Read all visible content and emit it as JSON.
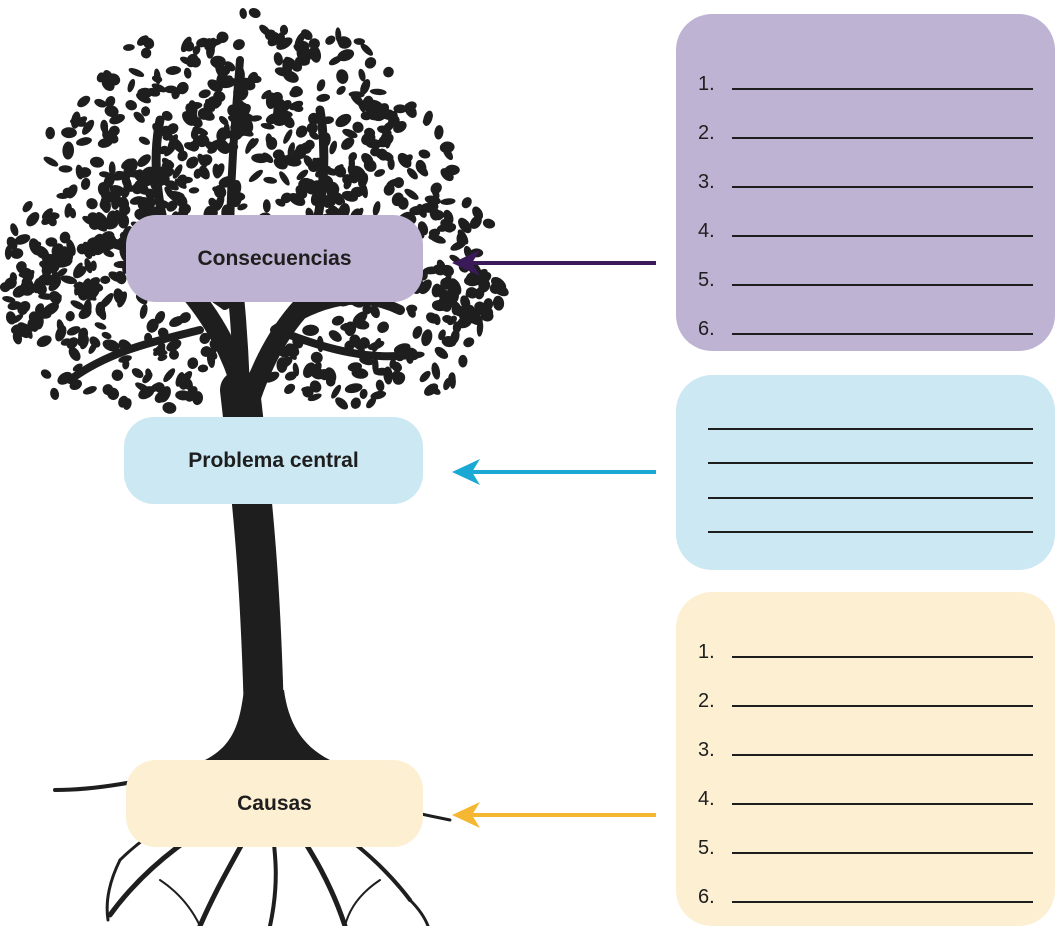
{
  "diagram": {
    "tree_labels": {
      "consequences": "Consecuencias",
      "central_problem": "Problema central",
      "causes": "Causas"
    },
    "consequences_panel": {
      "items": [
        "1.",
        "2.",
        "3.",
        "4.",
        "5.",
        "6."
      ]
    },
    "problem_panel": {
      "blank_lines": 4
    },
    "causes_panel": {
      "items": [
        "1.",
        "2.",
        "3.",
        "4.",
        "5.",
        "6."
      ]
    },
    "colors": {
      "consequences": "#bfb3d3",
      "central_problem": "#cbe8f3",
      "causes": "#fcefd2",
      "arrow_consequences": "#3b1a5a",
      "arrow_problem": "#19a9d4",
      "arrow_causes": "#f5b731",
      "tree": "#1e1e1e"
    }
  }
}
